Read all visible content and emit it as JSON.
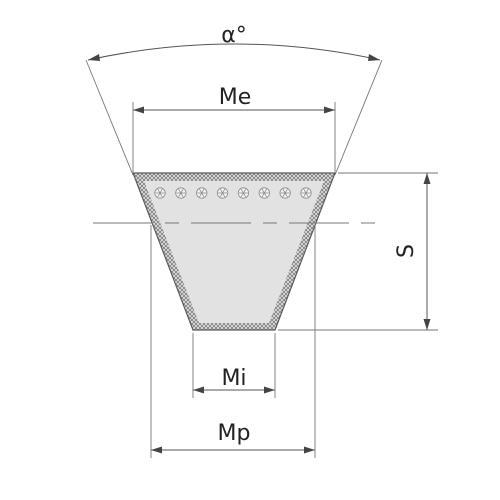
{
  "labels": {
    "angle": "α°",
    "top_width": "Me",
    "height": "S",
    "bottom_width": "Mi",
    "pitch_width": "Mp"
  },
  "cord_count": 8,
  "colors": {
    "belt_fill": "#e2e2e2",
    "belt_outline": "#5a5a5a",
    "dimension_line": "#555555",
    "text": "#222222"
  }
}
